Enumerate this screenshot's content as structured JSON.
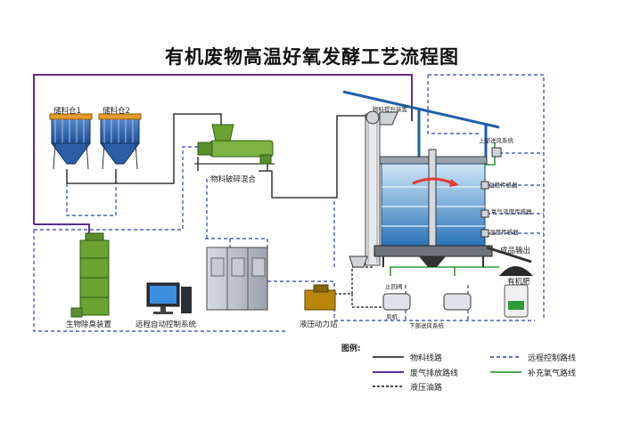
{
  "title": "有机废物高温好氧发酵工艺流程图",
  "labels": {
    "silo1": "储料仓1",
    "silo2": "储料仓2",
    "crusher": "物料破碎混合",
    "lift": "物料提升装置",
    "upper_air": "上部送风系统",
    "temp_sensor": "温度传感器",
    "oxygen_sensor": "氧气浓度传感器",
    "humidity_sensor": "湿度传感器",
    "product_out": "成品输出",
    "fertilizer_bag": "有机肥",
    "deodorizer": "生物除臭装置",
    "remote_control": "远程自动控制系统",
    "hydraulic_station": "液压动力站",
    "backstop_valve": "止回阀",
    "fan": "风机",
    "lower_air": "下部送风系统"
  },
  "legend": {
    "title": "图例:",
    "items": [
      {
        "label": "物料线路",
        "style": "solid",
        "color": "#111111"
      },
      {
        "label": "远程控制路线",
        "style": "dashed",
        "color": "#2b3fb8"
      },
      {
        "label": "废气排放路线",
        "style": "solid",
        "color": "#5a2d91"
      },
      {
        "label": "补充氧气路线",
        "style": "solid",
        "color": "#2e9b3a"
      },
      {
        "label": "液压油路",
        "style": "dashed",
        "color": "#111111"
      }
    ]
  },
  "colors": {
    "material": "#111111",
    "remote": "#2b3fb8",
    "exhaust": "#5a2d91",
    "oxygen": "#2e9b3a",
    "hydraulic": "#111111",
    "equipment_blue": "#1e5fa8",
    "equipment_green": "#6aa332",
    "silo_orange": "#e79a2a"
  }
}
